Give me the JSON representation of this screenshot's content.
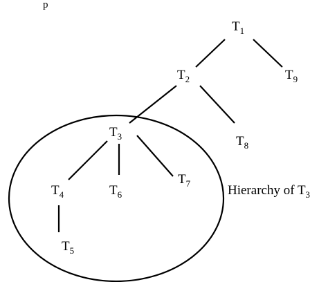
{
  "top_caption": "p",
  "nodes": [
    {
      "id": "T1",
      "label": "T",
      "sub": "1"
    },
    {
      "id": "T2",
      "label": "T",
      "sub": "2"
    },
    {
      "id": "T3",
      "label": "T",
      "sub": "3"
    },
    {
      "id": "T4",
      "label": "T",
      "sub": "4"
    },
    {
      "id": "T5",
      "label": "T",
      "sub": "5"
    },
    {
      "id": "T6",
      "label": "T",
      "sub": "6"
    },
    {
      "id": "T7",
      "label": "T",
      "sub": "7"
    },
    {
      "id": "T8",
      "label": "T",
      "sub": "8"
    },
    {
      "id": "T9",
      "label": "T",
      "sub": "9"
    }
  ],
  "edges": [
    [
      "T1",
      "T2"
    ],
    [
      "T1",
      "T9"
    ],
    [
      "T2",
      "T3"
    ],
    [
      "T2",
      "T8"
    ],
    [
      "T3",
      "T4"
    ],
    [
      "T3",
      "T6"
    ],
    [
      "T3",
      "T7"
    ],
    [
      "T4",
      "T5"
    ]
  ],
  "hierarchy_label": {
    "text": "Hierarchy of T",
    "sub": "3"
  }
}
